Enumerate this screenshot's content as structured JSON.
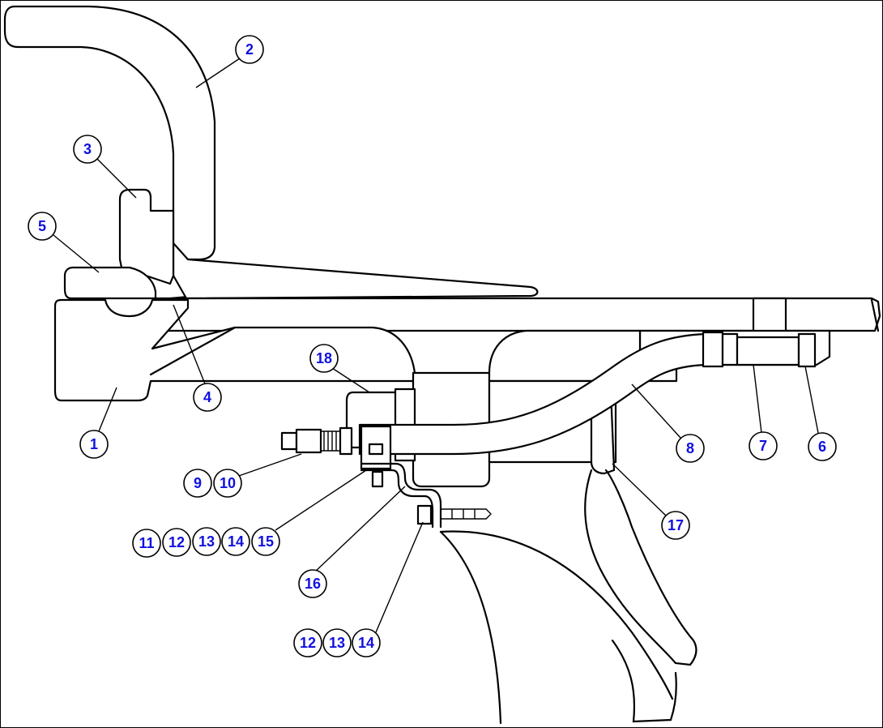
{
  "colors": {
    "callout_text": "#1010e0",
    "line": "#000000",
    "background": "#ffffff"
  },
  "callouts": [
    {
      "id": "c1",
      "label": "1"
    },
    {
      "id": "c2",
      "label": "2"
    },
    {
      "id": "c3",
      "label": "3"
    },
    {
      "id": "c4",
      "label": "4"
    },
    {
      "id": "c5",
      "label": "5"
    },
    {
      "id": "c6",
      "label": "6"
    },
    {
      "id": "c7",
      "label": "7"
    },
    {
      "id": "c8",
      "label": "8"
    },
    {
      "id": "c9",
      "label": "9"
    },
    {
      "id": "c10",
      "label": "10"
    },
    {
      "id": "c11",
      "label": "11"
    },
    {
      "id": "c12a",
      "label": "12"
    },
    {
      "id": "c13a",
      "label": "13"
    },
    {
      "id": "c14a",
      "label": "14"
    },
    {
      "id": "c15",
      "label": "15"
    },
    {
      "id": "c16",
      "label": "16"
    },
    {
      "id": "c17",
      "label": "17"
    },
    {
      "id": "c18",
      "label": "18"
    },
    {
      "id": "c12b",
      "label": "12"
    },
    {
      "id": "c13b",
      "label": "13"
    },
    {
      "id": "c14b",
      "label": "14"
    }
  ]
}
